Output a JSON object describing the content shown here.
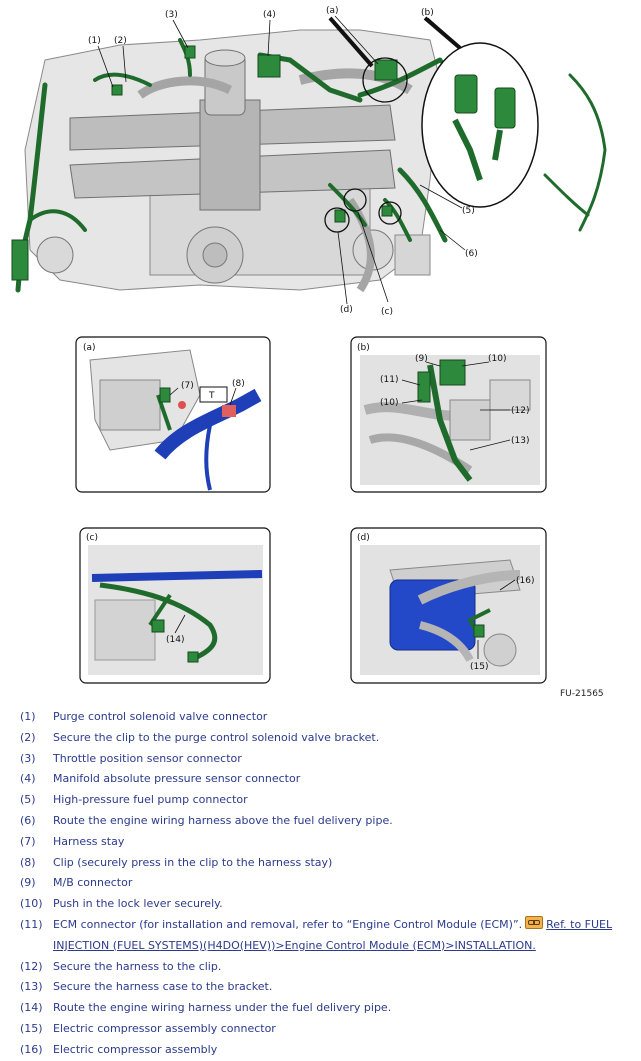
{
  "figure": {
    "main_callouts": [
      "(1)",
      "(2)",
      "(3)",
      "(4)",
      "(a)",
      "(b)",
      "(5)",
      "(6)",
      "(c)",
      "(d)"
    ],
    "figure_id": "FU-21565"
  },
  "detail_a": {
    "label": "(a)",
    "callouts": [
      "(7)",
      "(8)"
    ],
    "tag": "T"
  },
  "detail_b": {
    "label": "(b)",
    "callouts": [
      "(9)",
      "(10)",
      "(11)",
      "(10)",
      "(12)",
      "(13)"
    ]
  },
  "detail_c": {
    "label": "(c)",
    "callouts": [
      "(14)"
    ]
  },
  "detail_d": {
    "label": "(d)",
    "callouts": [
      "(16)",
      "(15)"
    ]
  },
  "legend": [
    {
      "num": "(1)",
      "text": "Purge control solenoid valve connector"
    },
    {
      "num": "(2)",
      "text": "Secure the clip to the purge control solenoid valve bracket."
    },
    {
      "num": "(3)",
      "text": "Throttle position sensor connector"
    },
    {
      "num": "(4)",
      "text": "Manifold absolute pressure sensor connector"
    },
    {
      "num": "(5)",
      "text": "High-pressure fuel pump connector"
    },
    {
      "num": "(6)",
      "text": "Route the engine wiring harness above the fuel delivery pipe."
    },
    {
      "num": "(7)",
      "text": "Harness stay"
    },
    {
      "num": "(8)",
      "text": "Clip (securely press in the clip to the harness stay)"
    },
    {
      "num": "(9)",
      "text": "M/B connector"
    },
    {
      "num": "(10)",
      "text": "Push in the lock lever securely."
    },
    {
      "num": "(11)",
      "text": "ECM connector (for installation and removal, refer to “Engine Control Module (ECM)”.",
      "link": "Ref. to FUEL INJECTION (FUEL SYSTEMS)(H4DO(HEV))>Engine Control Module (ECM)>INSTALLATION."
    },
    {
      "num": "(12)",
      "text": "Secure the harness to the clip."
    },
    {
      "num": "(13)",
      "text": "Secure the harness case to the bracket."
    },
    {
      "num": "(14)",
      "text": "Route the engine wiring harness under the fuel delivery pipe."
    },
    {
      "num": "(15)",
      "text": "Electric compressor assembly connector"
    },
    {
      "num": "(16)",
      "text": "Electric compressor assembly"
    }
  ]
}
